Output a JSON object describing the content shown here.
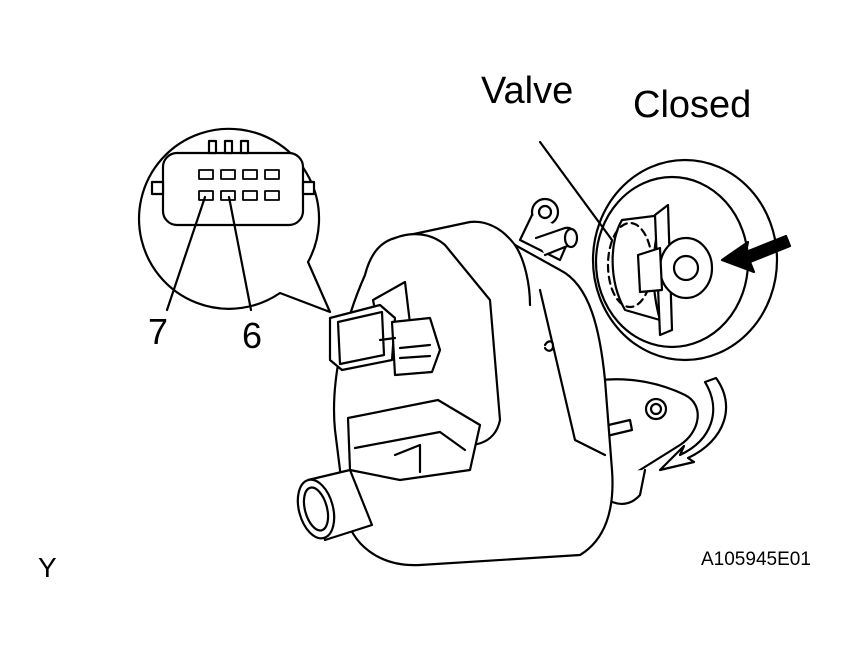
{
  "labels": {
    "valve": "Valve",
    "state": "Closed",
    "pin_7": "7",
    "pin_6": "6",
    "view": "Y",
    "figure_code": "A105945E01"
  },
  "colors": {
    "line": "#000000",
    "fill": "#ffffff"
  },
  "icons": {
    "flow_arrow": "arrow-left-icon",
    "rotation_arrow": "curved-arrow-icon"
  }
}
